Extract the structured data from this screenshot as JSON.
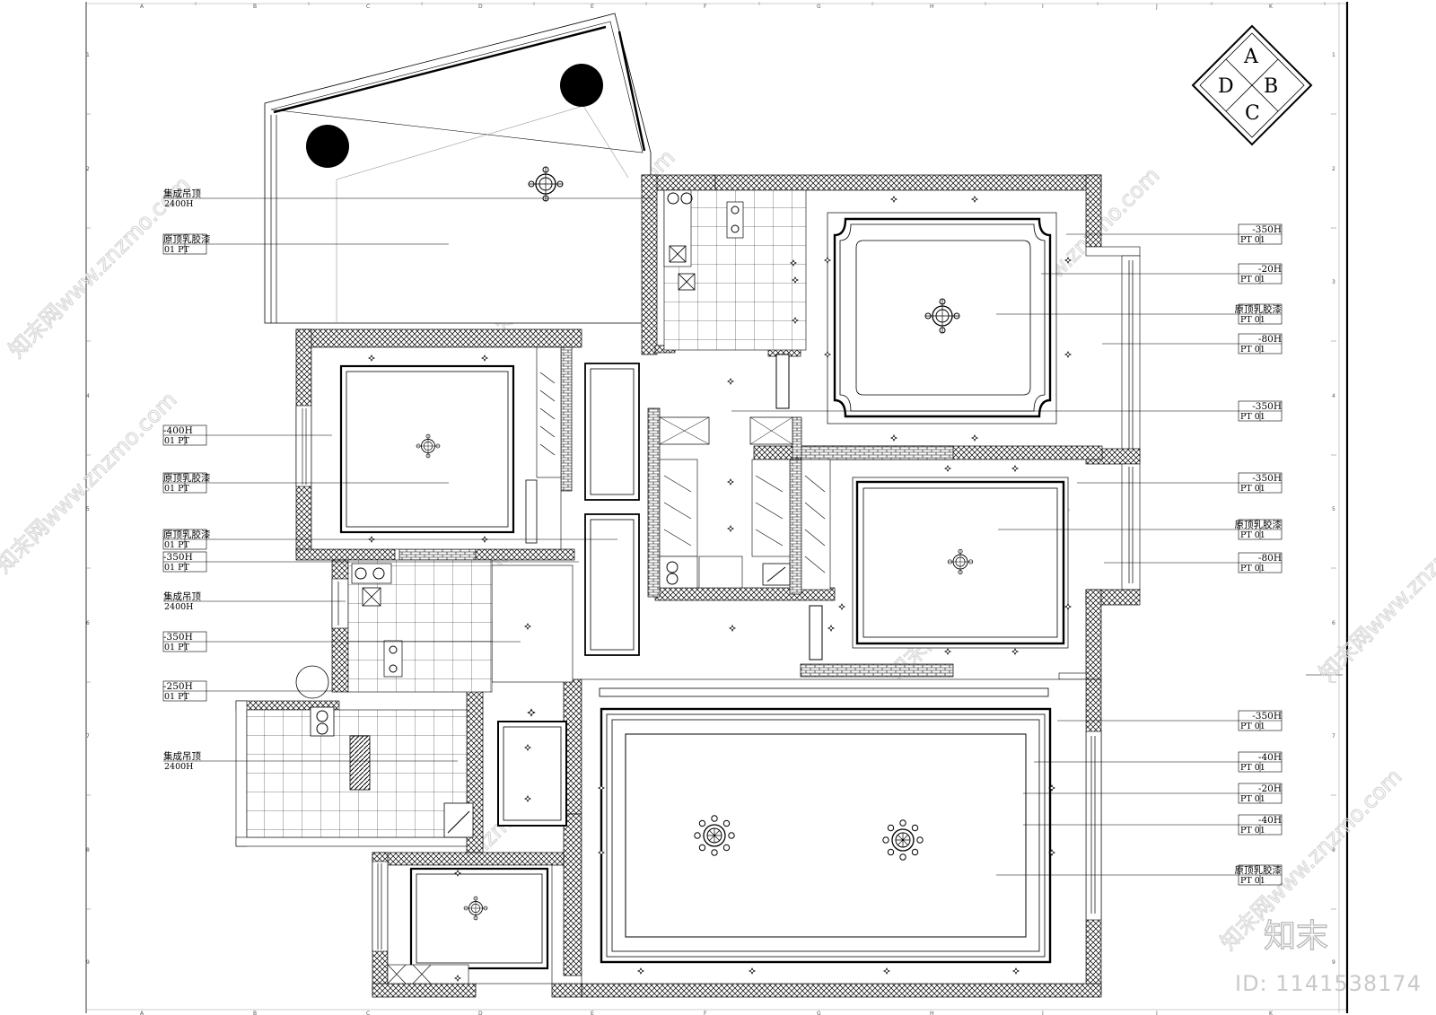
{
  "compass": {
    "top": "A",
    "right": "B",
    "bottom": "C",
    "left": "D"
  },
  "grid": {
    "cols": [
      "A",
      "B",
      "C",
      "D",
      "E",
      "F",
      "G",
      "H",
      "I",
      "J",
      "K"
    ],
    "rows": [
      "1",
      "2",
      "3",
      "4",
      "5",
      "6",
      "7",
      "8",
      "9"
    ]
  },
  "left_labels": [
    {
      "line1": "集成吊顶",
      "line2": "2400H",
      "boxed": false
    },
    {
      "line1": "原顶乳胶漆",
      "line2": "01   PT",
      "boxed": true
    },
    {
      "line1": "-400H",
      "line2": "01   PT",
      "boxed": true
    },
    {
      "line1": "原顶乳胶漆",
      "line2": "01   PT",
      "boxed": true
    },
    {
      "line1": "原顶乳胶漆",
      "line2": "01   PT",
      "boxed": true
    },
    {
      "line1": "-350H",
      "line2": "01   PT",
      "boxed": true
    },
    {
      "line1": "集成吊顶",
      "line2": "2400H",
      "boxed": false
    },
    {
      "line1": "-350H",
      "line2": "01   PT",
      "boxed": true
    },
    {
      "line1": "-250H",
      "line2": "01   PT",
      "boxed": true
    },
    {
      "line1": "集成吊顶",
      "line2": "2400H",
      "boxed": false
    }
  ],
  "right_labels": [
    {
      "line1": "-350H",
      "line2": "PT   01"
    },
    {
      "line1": "-20H",
      "line2": "PT   01"
    },
    {
      "line1": "原顶乳胶漆",
      "line2": "PT   01"
    },
    {
      "line1": "-80H",
      "line2": "PT   01"
    },
    {
      "line1": "-350H",
      "line2": "PT   01"
    },
    {
      "line1": "-350H",
      "line2": "PT   01"
    },
    {
      "line1": "原顶乳胶漆",
      "line2": "PT   01"
    },
    {
      "line1": "-80H",
      "line2": "PT   01"
    },
    {
      "line1": "-350H",
      "line2": "PT   01"
    },
    {
      "line1": "-40H",
      "line2": "PT   01"
    },
    {
      "line1": "-20H",
      "line2": "PT   01"
    },
    {
      "line1": "-40H",
      "line2": "PT   01"
    },
    {
      "line1": "原顶乳胶漆",
      "line2": "PT   01"
    }
  ],
  "watermark": {
    "site": "www.znzmo.com",
    "brand": "知末网",
    "logo": "知末",
    "id": "ID: 1141538174"
  }
}
